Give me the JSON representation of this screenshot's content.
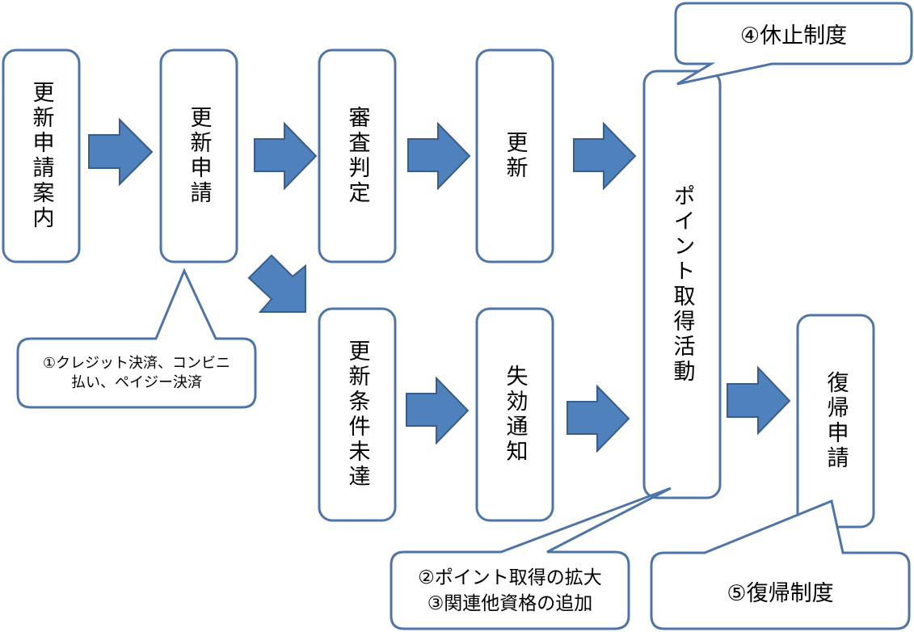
{
  "colors": {
    "box_border": "#4F75A8",
    "arrow_fill": "#4F81BD",
    "arrow_stroke": "#385D8A",
    "background": "#FFFFFF",
    "text": "#000000"
  },
  "boxes": [
    {
      "id": "renewal-notice",
      "label": "更新申請案内"
    },
    {
      "id": "renewal-application",
      "label": "更新申請"
    },
    {
      "id": "review-decision",
      "label": "審査判定"
    },
    {
      "id": "renewal",
      "label": "更新"
    },
    {
      "id": "conditions-not-met",
      "label": "更新条件未達"
    },
    {
      "id": "expiry-notice",
      "label": "失効通知"
    },
    {
      "id": "point-activities",
      "label": "ポイント取得活動"
    },
    {
      "id": "reinstatement-application",
      "label": "復帰申請"
    }
  ],
  "arrows": [
    {
      "from": "renewal-notice",
      "to": "renewal-application",
      "direction": "right"
    },
    {
      "from": "renewal-application",
      "to": "review-decision",
      "direction": "right"
    },
    {
      "from": "renewal-application",
      "to": "conditions-not-met",
      "direction": "down-right"
    },
    {
      "from": "review-decision",
      "to": "renewal",
      "direction": "right"
    },
    {
      "from": "renewal",
      "to": "point-activities",
      "direction": "right"
    },
    {
      "from": "conditions-not-met",
      "to": "expiry-notice",
      "direction": "right"
    },
    {
      "from": "expiry-notice",
      "to": "point-activities",
      "direction": "right"
    },
    {
      "from": "point-activities",
      "to": "reinstatement-application",
      "direction": "right"
    }
  ],
  "callouts": [
    {
      "id": "payment-methods",
      "lines": [
        "①クレジット決済、コンビニ",
        "払い、ペイジー決済"
      ],
      "points_to": "renewal-application"
    },
    {
      "id": "point-expansion",
      "lines": [
        "②ポイント取得の拡大",
        "③関連他資格の追加"
      ],
      "points_to": "point-activities"
    },
    {
      "id": "suspension-system",
      "lines": [
        "④休止制度"
      ],
      "points_to": "point-activities"
    },
    {
      "id": "reinstatement-system",
      "lines": [
        "⑤復帰制度"
      ],
      "points_to": "reinstatement-application"
    }
  ]
}
